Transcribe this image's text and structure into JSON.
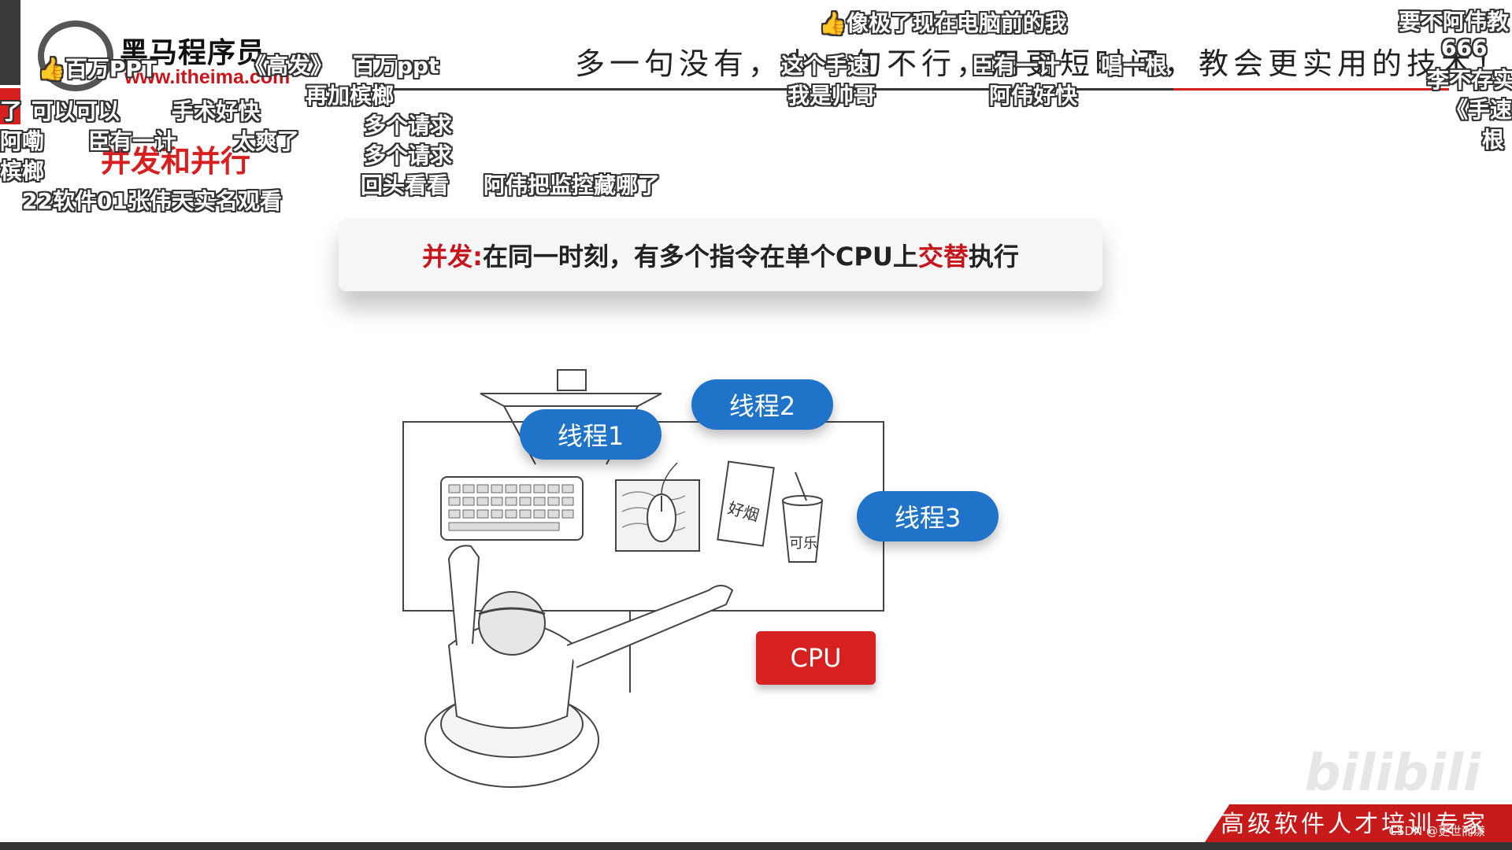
{
  "logo": {
    "name": "黑马程序员",
    "url": "www.itheima.com"
  },
  "slogan": "多一句没有，少一句不行，用更短时间，教会更实用的技术！",
  "section_title": "并发和并行",
  "banner": {
    "term": "并发:",
    "text_a": "在同一时刻，有多个指令在单个CPU上",
    "highlight": "交替",
    "text_b": "执行"
  },
  "threads": [
    "线程1",
    "线程2",
    "线程3"
  ],
  "cpu_label": "CPU",
  "illustration": {
    "cigarette": "好烟",
    "cola": "可乐"
  },
  "footer": {
    "ribbon": "高级软件人才培训专家",
    "watermark": "CSDN @更世而漾"
  },
  "danmu": [
    {
      "text": "像极了现在电脑前的我",
      "thumb": true
    },
    {
      "text": "要不阿伟教"
    },
    {
      "text": "百万PPT",
      "thumb": true
    },
    {
      "text": "《高发》"
    },
    {
      "text": "百万ppt"
    },
    {
      "text": "这个手速"
    },
    {
      "text": "我是帅哥"
    },
    {
      "text": "臣有一计"
    },
    {
      "text": "阿伟好快"
    },
    {
      "text": "唱一根"
    },
    {
      "text": "666"
    },
    {
      "text": "李不存实"
    },
    {
      "text": "《手速"
    },
    {
      "text": "根"
    },
    {
      "text": "再加槟榔"
    },
    {
      "text": "可以可以"
    },
    {
      "text": "手术好快"
    },
    {
      "text": "了"
    },
    {
      "text": "阿嘞"
    },
    {
      "text": "臣有一计"
    },
    {
      "text": "太爽了"
    },
    {
      "text": "多个请求"
    },
    {
      "text": "多个请求"
    },
    {
      "text": "槟榔"
    },
    {
      "text": "回头看看"
    },
    {
      "text": "阿伟把监控藏哪了"
    },
    {
      "text": "22软件01张伟天实名观看"
    }
  ]
}
